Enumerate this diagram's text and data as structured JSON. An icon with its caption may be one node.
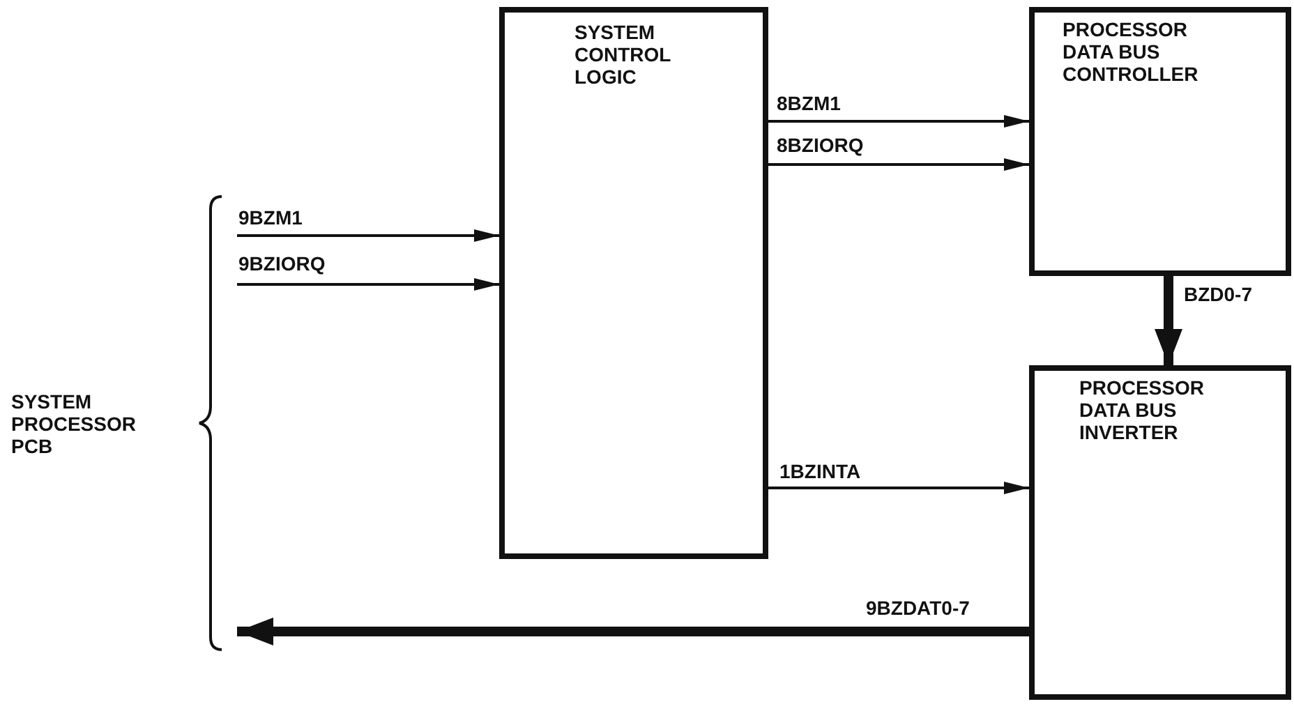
{
  "diagram": {
    "nodes": [
      {
        "text": [
          "SYSTEM CONTROL LOGIC"
        ]
      },
      {
        "text": [
          "PROCESSOR DATA BUS CONTROLLER"
        ]
      },
      {
        "text": [
          "PROCESSOR DATA BUS INVERTER"
        ]
      },
      {
        "text": [
          "SYSTEM PROCESSOR PCB"
        ]
      }
    ],
    "edges": [
      {
        "from": 3,
        "to": 0,
        "arrow": "to",
        "label": "9BZM1"
      },
      {
        "from": 3,
        "to": 0,
        "arrow": "to",
        "label": "9BZIORQ"
      },
      {
        "from": 0,
        "to": 1,
        "arrow": "to",
        "label": "8BZM1"
      },
      {
        "from": 0,
        "to": 1,
        "arrow": "to",
        "label": "8BZIORQ"
      },
      {
        "from": 1,
        "to": 2,
        "arrow": "to",
        "label": "BZD0-7",
        "style": "thick"
      },
      {
        "from": 0,
        "to": 2,
        "arrow": "to",
        "label": "1BZINTA"
      },
      {
        "from": 2,
        "to": 3,
        "arrow": "to",
        "label": "9BZDAT0-7",
        "style": "thick"
      }
    ]
  }
}
